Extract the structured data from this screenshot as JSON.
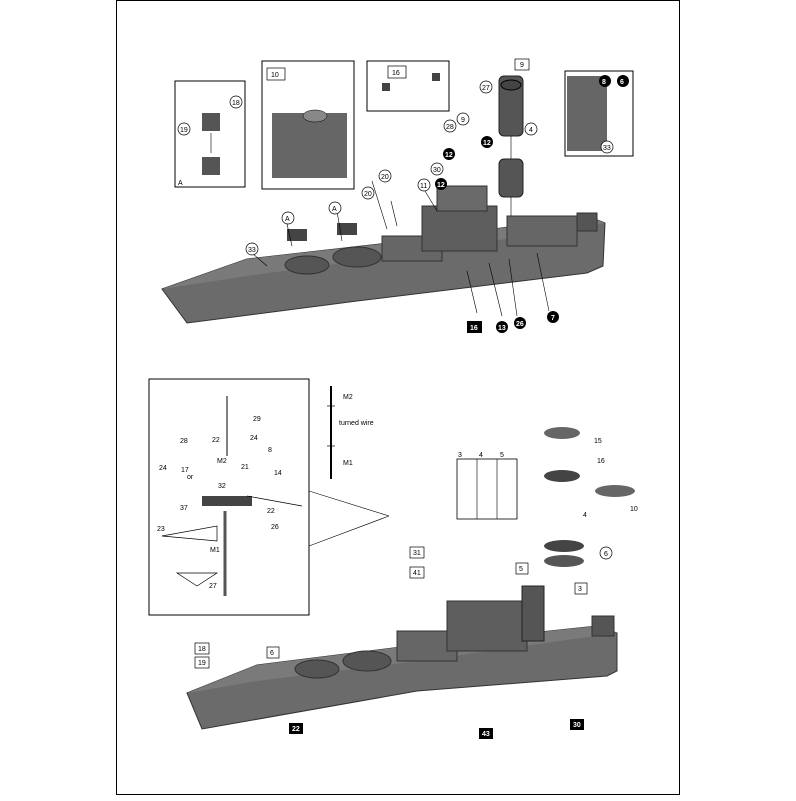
{
  "upper": {
    "inset_a_letter": "A",
    "inset_a_parts": [
      "18",
      "19"
    ],
    "inset_10": "10",
    "inset_16": "16",
    "inset_top_right_parts": [
      "8",
      "6",
      "33"
    ],
    "callouts": [
      "A",
      "A",
      "33",
      "20",
      "20",
      "11",
      "30",
      "28",
      "9",
      "12",
      "12",
      "12",
      "27",
      "9",
      "4"
    ],
    "bottom_callouts": [
      "16",
      "13",
      "26",
      "7"
    ]
  },
  "lower": {
    "mast_inset_parts": [
      "29",
      "24",
      "22",
      "8",
      "28",
      "17",
      "24",
      "21",
      "14",
      "32",
      "37",
      "22",
      "26",
      "23",
      "M1",
      "27",
      "M2"
    ],
    "or_text": "or",
    "wire_labels": [
      "M2",
      "turned wire",
      "M1"
    ],
    "rafts_parts": [
      "3",
      "4",
      "5",
      "4"
    ],
    "boats_parts": [
      "16",
      "15",
      "10"
    ],
    "hull_callouts": [
      "31",
      "41",
      "5",
      "3",
      "6",
      "18",
      "19",
      "6",
      "22",
      "43",
      "30"
    ]
  }
}
